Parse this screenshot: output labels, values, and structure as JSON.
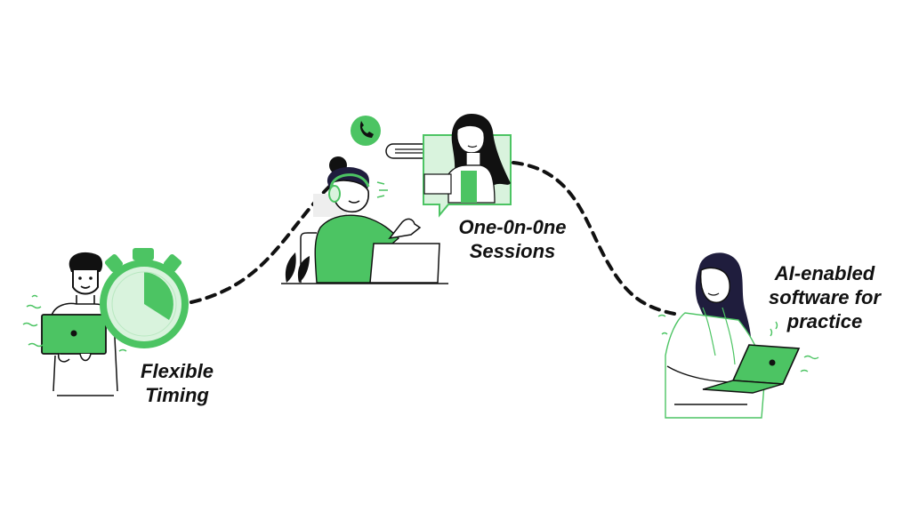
{
  "labels": {
    "flexible_timing": [
      "Flexible",
      "Timing"
    ],
    "one_on_one": [
      "One-0n-0ne",
      "Sessions"
    ],
    "ai_software": [
      "AI-enabled",
      "software for",
      "practice"
    ]
  },
  "colors": {
    "accent": "#4cc463",
    "accent_light": "#d9f3dd",
    "ink": "#111111",
    "hair_dark": "#1f1d3d",
    "line": "#111111"
  },
  "icons": [
    "stopwatch-icon",
    "phone-icon",
    "chat-bubble-icon",
    "laptop-icon",
    "headset-icon"
  ]
}
